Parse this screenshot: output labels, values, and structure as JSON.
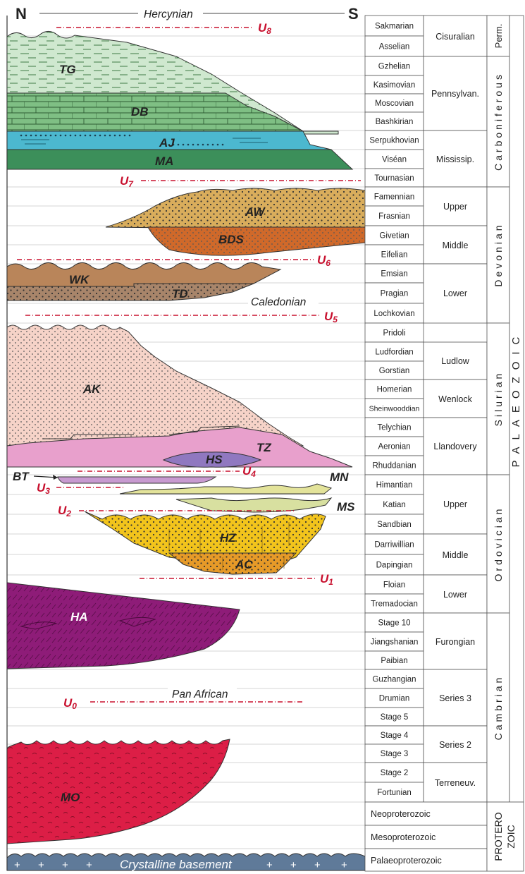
{
  "compass": {
    "north": "N",
    "south": "S"
  },
  "orogenies": {
    "hercynian": "Hercynian",
    "caledonian": "Caledonian",
    "pan_african": "Pan African"
  },
  "unconformities": {
    "u8": {
      "letter": "U",
      "sub": "8"
    },
    "u7": {
      "letter": "U",
      "sub": "7"
    },
    "u6": {
      "letter": "U",
      "sub": "6"
    },
    "u5": {
      "letter": "U",
      "sub": "5"
    },
    "u4": {
      "letter": "U",
      "sub": "4"
    },
    "u3": {
      "letter": "U",
      "sub": "3"
    },
    "u2": {
      "letter": "U",
      "sub": "2"
    },
    "u1": {
      "letter": "U",
      "sub": "1"
    },
    "u0": {
      "letter": "U",
      "sub": "0"
    }
  },
  "formations": {
    "tg": "TG",
    "db": "DB",
    "aj": "AJ",
    "ma": "MA",
    "aw": "AW",
    "bds": "BDS",
    "wk": "WK",
    "td": "TD",
    "ak": "AK",
    "tz": "TZ",
    "hs": "HS",
    "bt": "BT",
    "mn": "MN",
    "ms": "MS",
    "hz": "HZ",
    "ac": "AC",
    "ha": "HA",
    "mo": "MO"
  },
  "basement": {
    "label": "Crystalline basement"
  },
  "stages": [
    "Sakmarian",
    "Asselian",
    "Gzhelian",
    "Kasimovian",
    "Moscovian",
    "Bashkirian",
    "Serpukhovian",
    "Viséan",
    "Tournasian",
    "Famennian",
    "Frasnian",
    "Givetian",
    "Eifelian",
    "Emsian",
    "Pragian",
    "Lochkovian",
    "Pridoli",
    "Ludfordian",
    "Gorstian",
    "Homerian",
    "Sheinwooddian",
    "Telychian",
    "Aeronian",
    "Rhuddanian",
    "Himantian",
    "Katian",
    "Sandbian",
    "Darriwillian",
    "Dapingian",
    "Floian",
    "Tremadocian",
    "Stage 10",
    "Jiangshanian",
    "Paibian",
    "Guzhangian",
    "Drumian",
    "Stage 5",
    "Stage 4",
    "Stage 3",
    "Stage 2",
    "Fortunian"
  ],
  "series": {
    "cisuralian": "Cisuralian",
    "pennsylvanian": "Pennsylvan.",
    "mississippian": "Mississip.",
    "dev_upper": "Upper",
    "dev_middle": "Middle",
    "dev_lower": "Lower",
    "ludlow": "Ludlow",
    "wenlock": "Wenlock",
    "llandovery": "Llandovery",
    "ord_upper": "Upper",
    "ord_middle": "Middle",
    "ord_lower": "Lower",
    "furongian": "Furongian",
    "series3": "Series 3",
    "series2": "Series 2",
    "terreneuv": "Terreneuv."
  },
  "systems": {
    "permian": "Perm.",
    "carboniferous": "Carboniferous",
    "devonian": "Devonian",
    "silurian": "Silurian",
    "ordovician": "Ordovician",
    "cambrian": "Cambrian"
  },
  "era": {
    "palaeozoic": "PALAEOZOIC"
  },
  "proterozoic": {
    "neo": "Neoproterozoic",
    "meso": "Mesoproterozoic",
    "palaeo": "Palaeoproterozoic",
    "label_1": "PROTERO",
    "label_2": "ZOIC"
  },
  "colors": {
    "tg": "#cfe8cf",
    "db": "#7fbf84",
    "aj": "#4cb8cf",
    "ma": "#3c8f5a",
    "aw": "#d9ad5c",
    "bds": "#d0692a",
    "wk": "#b9855a",
    "td": "#a8856a",
    "ak": "#f6d3c8",
    "tz": "#e8a0cc",
    "hs": "#9078c0",
    "bt": "#c89ad0",
    "mn": "#e3e39a",
    "ms": "#d8e0a0",
    "hz": "#f2c41c",
    "ac": "#e69a28",
    "ha": "#8e1c78",
    "mo": "#dc1e46",
    "basement": "#5f7a99",
    "unconformity": "#c8102e"
  }
}
